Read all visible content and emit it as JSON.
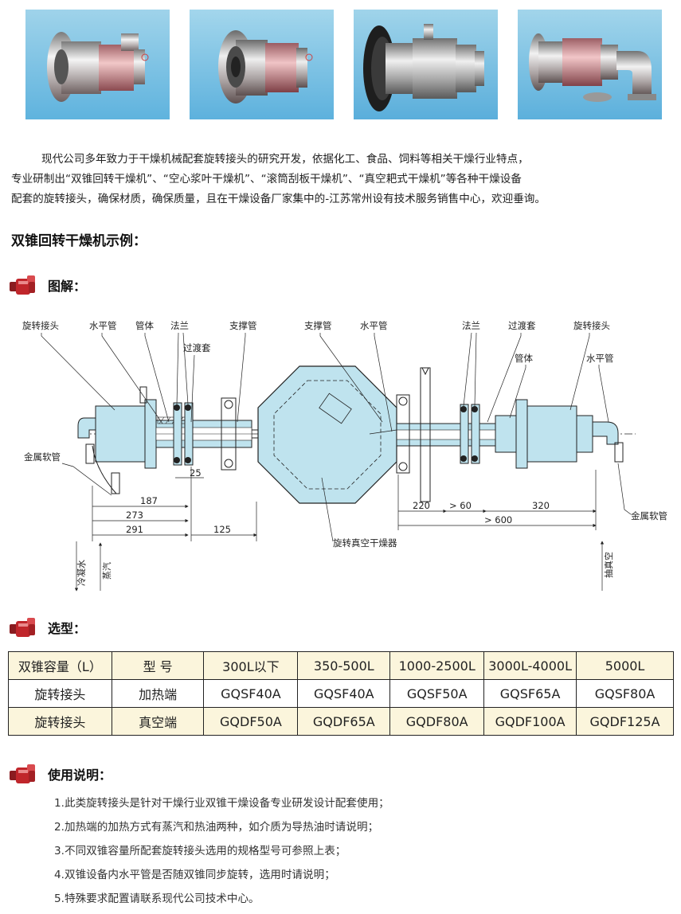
{
  "photos": [
    {
      "name": "rotary-joint-photo-1"
    },
    {
      "name": "rotary-joint-photo-2"
    },
    {
      "name": "rotary-joint-photo-3"
    },
    {
      "name": "rotary-joint-photo-4"
    }
  ],
  "intro": {
    "line1": "现代公司多年致力于干燥机械配套旋转接头的研究开发，依据化工、食品、饲料等相关干燥行业特点，",
    "line2": "专业研制出“双锥回转干燥机”、“空心浆叶干燥机”、“滚筒刮板干燥机”、“真空耙式干燥机”等各种干燥设备",
    "line3": "配套的旋转接头，确保材质，确保质量，且在干燥设备厂家集中的-江苏常州设有技术服务销售中心，欢迎垂询。"
  },
  "section_title": "双锥回转干燥机示例：",
  "diagram_heading": "图解：",
  "selection_heading": "选型：",
  "usage_heading": "使用说明：",
  "diagram": {
    "labels": {
      "rotary_joint_left": "旋转接头",
      "horizontal_pipe_left": "水平管",
      "pipe_body_left": "管体",
      "flange_left": "法兰",
      "transition_left": "过渡套",
      "support_pipe_left": "支撑管",
      "support_pipe_right": "支撑管",
      "horizontal_pipe_mid": "水平管",
      "flange_right": "法兰",
      "transition_right": "过渡套",
      "rotary_joint_right": "旋转接头",
      "pipe_body_right": "管体",
      "horizontal_pipe_right": "水平管",
      "metal_hose_left": "金属软管",
      "metal_hose_right": "金属软管",
      "dryer": "旋转真空干燥器",
      "condensate": "冷凝水",
      "steam": "蒸汽",
      "vacuum": "抽真空"
    },
    "dims": {
      "d25": "25",
      "d187": "187",
      "d273": "273",
      "d291": "291",
      "d125": "125",
      "d220": "220",
      "d60": "> 60",
      "d320": "320",
      "d600": "> 600"
    }
  },
  "table": {
    "rows": [
      [
        "双锥容量（L）",
        "型 号",
        "300L以下",
        "350-500L",
        "1000-2500L",
        "3000L-4000L",
        "5000L"
      ],
      [
        "旋转接头",
        "加热端",
        "GQSF40A",
        "GQSF40A",
        "GQSF50A",
        "GQSF65A",
        "GQSF80A"
      ],
      [
        "旋转接头",
        "真空端",
        "GQDF50A",
        "GQDF65A",
        "GQDF80A",
        "GQDF100A",
        "GQDF125A"
      ]
    ]
  },
  "notes": [
    "1.此类旋转接头是针对干燥行业双锥干燥设备专业研发设计配套使用；",
    "2.加热端的加热方式有蒸汽和热油两种，如介质为导热油时请说明；",
    "3.不同双锥容量所配套旋转接头选用的规格型号可参照上表；",
    "4.双锥设备内水平管是否随双锥同步旋转，选用时请说明；",
    "5.特殊要求配置请联系现代公司技术中心。"
  ],
  "colors": {
    "accent_red": "#c0262b",
    "table_highlight": "#fbf5dc",
    "diagram_fill": "#bfe3ee"
  }
}
